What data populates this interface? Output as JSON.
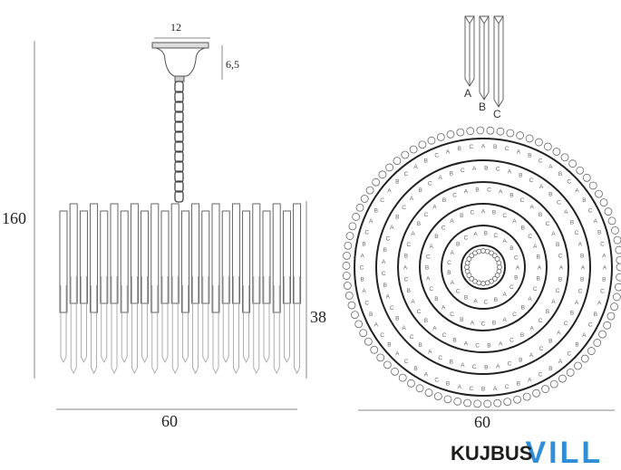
{
  "dimensions": {
    "height_total": "160",
    "body_height": "38",
    "width_side": "60",
    "width_top": "60",
    "canopy_width": "12",
    "canopy_height": "6,5"
  },
  "crystal_types": [
    "A",
    "B",
    "C"
  ],
  "ring_letters": [
    "A",
    "B",
    "C"
  ],
  "logo": {
    "part1": "KUJBUS",
    "part2": "VILL",
    "color_dark": "#1d1d1b",
    "color_blue": "#2f8fd6"
  },
  "colors": {
    "line": "#555555",
    "crystal": "#8a8a8a"
  }
}
